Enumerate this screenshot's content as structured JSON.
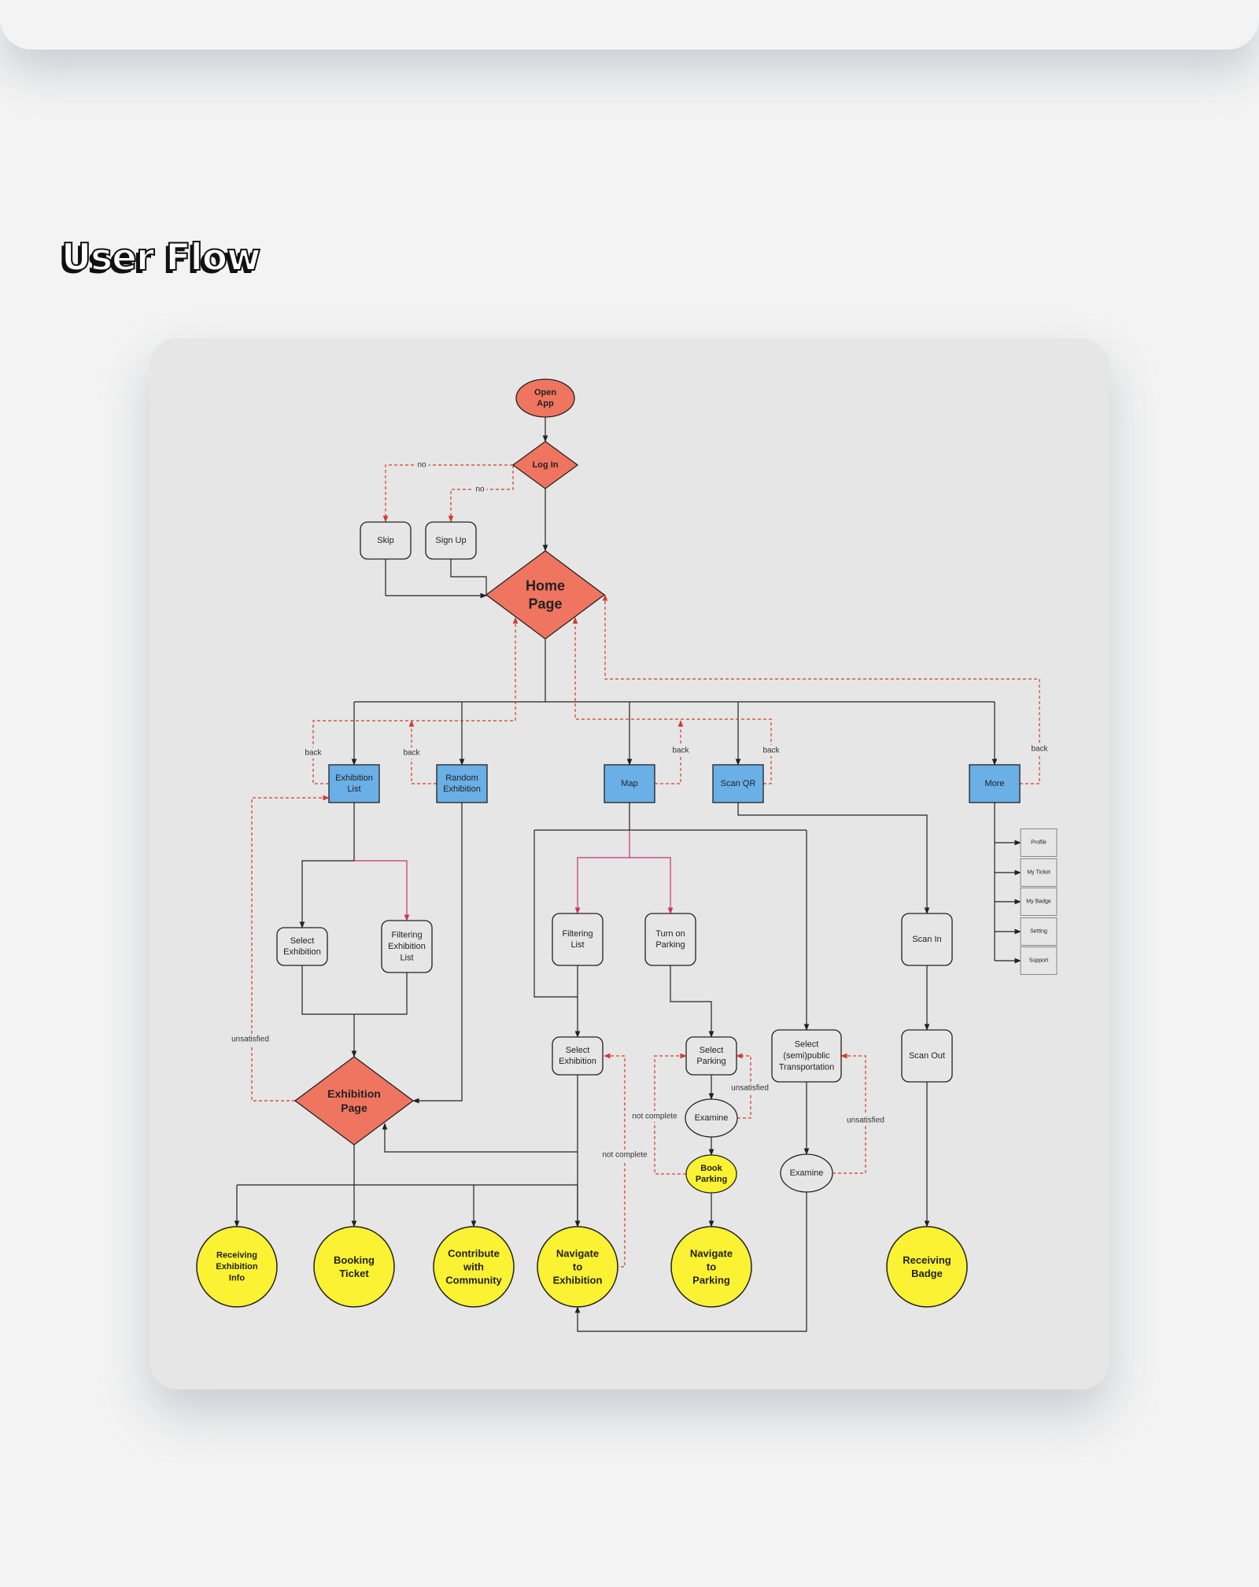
{
  "page": {
    "title": "User Flow"
  },
  "colors": {
    "salmon": "#ef7560",
    "blue": "#6aafe6",
    "yellow": "#fbf233",
    "box": "#e6e6e6",
    "edge": "#222222",
    "dashed": "#e04b3a",
    "pink": "#d63a6a"
  },
  "flow": {
    "nodes": [
      {
        "id": "open-app",
        "lines": [
          "Open",
          "App"
        ]
      },
      {
        "id": "log-in",
        "lines": [
          "Log In"
        ]
      },
      {
        "id": "skip",
        "lines": [
          "Skip"
        ]
      },
      {
        "id": "sign-up",
        "lines": [
          "Sign Up"
        ]
      },
      {
        "id": "home-page",
        "lines": [
          "Home",
          "Page"
        ]
      },
      {
        "id": "exhibition-list",
        "lines": [
          "Exhibition",
          "List"
        ]
      },
      {
        "id": "random-exhibition",
        "lines": [
          "Random",
          "Exhibition"
        ]
      },
      {
        "id": "map",
        "lines": [
          "Map"
        ]
      },
      {
        "id": "scan-qr",
        "lines": [
          "Scan QR"
        ]
      },
      {
        "id": "more",
        "lines": [
          "More"
        ]
      },
      {
        "id": "profile",
        "lines": [
          "Profile"
        ]
      },
      {
        "id": "my-ticket",
        "lines": [
          "My Ticket"
        ]
      },
      {
        "id": "my-badge",
        "lines": [
          "My Badge"
        ]
      },
      {
        "id": "setting",
        "lines": [
          "Setting"
        ]
      },
      {
        "id": "support",
        "lines": [
          "Support"
        ]
      },
      {
        "id": "select-exhibition-left",
        "lines": [
          "Select",
          "Exhibition"
        ]
      },
      {
        "id": "filtering-exhibition-list",
        "lines": [
          "Filtering",
          "Exhibition",
          "List"
        ]
      },
      {
        "id": "exhibition-page",
        "lines": [
          "Exhibition",
          "Page"
        ]
      },
      {
        "id": "filtering-list",
        "lines": [
          "Filtering",
          "List"
        ]
      },
      {
        "id": "turn-on-parking",
        "lines": [
          "Turn on",
          "Parking"
        ]
      },
      {
        "id": "scan-in",
        "lines": [
          "Scan In"
        ]
      },
      {
        "id": "select-exhibition-map",
        "lines": [
          "Select",
          "Exhibition"
        ]
      },
      {
        "id": "select-parking",
        "lines": [
          "Select",
          "Parking"
        ]
      },
      {
        "id": "select-transport",
        "lines": [
          "Select",
          "(semi)public",
          "Transportation"
        ]
      },
      {
        "id": "scan-out",
        "lines": [
          "Scan Out"
        ]
      },
      {
        "id": "examine-parking",
        "lines": [
          "Examine"
        ]
      },
      {
        "id": "book-parking",
        "lines": [
          "Book",
          "Parking"
        ]
      },
      {
        "id": "examine-transport",
        "lines": [
          "Examine"
        ]
      },
      {
        "id": "receiving-exhibition-info",
        "lines": [
          "Receiving",
          "Exhibition",
          "Info"
        ]
      },
      {
        "id": "booking-ticket",
        "lines": [
          "Booking",
          "Ticket"
        ]
      },
      {
        "id": "contribute-community",
        "lines": [
          "Contribute",
          "with",
          "Community"
        ]
      },
      {
        "id": "navigate-exhibition",
        "lines": [
          "Navigate",
          "to",
          "Exhibition"
        ]
      },
      {
        "id": "navigate-parking",
        "lines": [
          "Navigate",
          "to",
          "Parking"
        ]
      },
      {
        "id": "receiving-badge",
        "lines": [
          "Receiving",
          "Badge"
        ]
      }
    ],
    "edge_labels": {
      "no_skip": "no",
      "no_signup": "no",
      "back_exhibition_list": "back",
      "back_random": "back",
      "back_map": "back",
      "back_scan_qr": "back",
      "back_more": "back",
      "unsatisfied_exhibition": "unsatisfied",
      "unsatisfied_parking": "unsatisfied",
      "unsatisfied_transport": "unsatisfied",
      "not_complete_parking": "not complete",
      "not_complete_navigate": "not complete"
    }
  }
}
